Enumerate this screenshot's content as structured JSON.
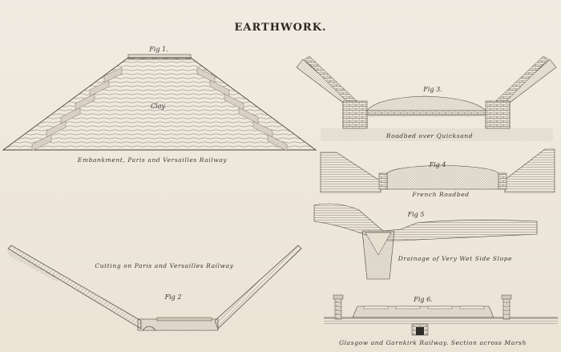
{
  "title": "EARTHWORK.",
  "figures": [
    {
      "label": "Fig 1.",
      "inner_label": "Clay",
      "caption": "Embankment, Paris and Versailles Railway"
    },
    {
      "label": "Fig 2",
      "caption": "Cutting on Paris and Versailles Railway"
    },
    {
      "label": "Fig 3.",
      "caption": "Roadbed over Quicksand"
    },
    {
      "label": "Fig 4",
      "caption": "French Roadbed"
    },
    {
      "label": "Fig 5",
      "caption": "Drainage of Very Wet Side Slope"
    },
    {
      "label": "Fig 6.",
      "caption": "Glasgow and Garnkirk Railway. Section across Marsh"
    }
  ]
}
